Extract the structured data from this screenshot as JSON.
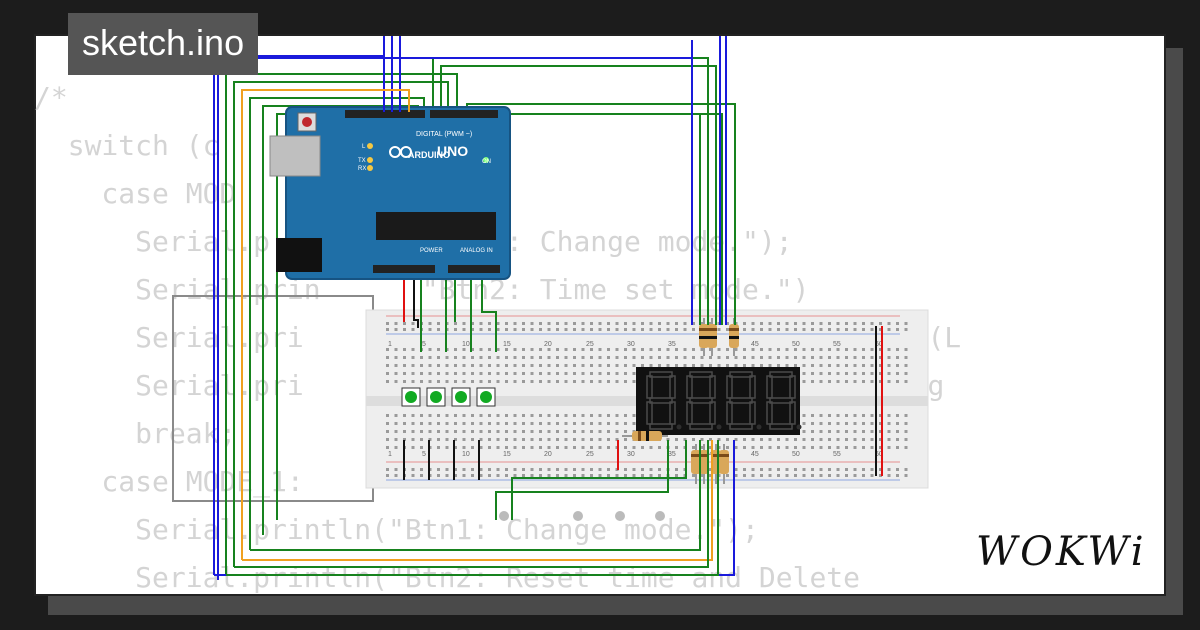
{
  "header": {
    "title": "sketch.ino"
  },
  "code_lines": [
    "/*",
    "  switch (c              {",
    "    case MOD",
    "      Serial.p        (\"Btn1: Change mode.\");",
    "      Serial.prin      \"Btn2: Time set mode.\")",
    "      Serial.pri                            it right (L",
    "      Serial.pri                           ber-- (Long",
    "      break;",
    "    case MODE_1:",
    "      Serial.println(\"Btn1: Change mode.\");",
    "      Serial.println(\"Btn2: Reset time and Delete"
  ],
  "brand": {
    "logo_text": "WOKWi"
  },
  "arduino": {
    "brand": "ARDUINO",
    "model": "UNO",
    "digital_label": "DIGITAL (PWM ~)",
    "power_label": "POWER",
    "analog_label": "ANALOG IN",
    "on_label": "ON",
    "tx_label": "TX",
    "rx_label": "RX",
    "l_label": "L"
  },
  "breadboard": {
    "column_labels_top": [
      "1",
      "5",
      "10",
      "15",
      "20",
      "25",
      "30",
      "35",
      "40",
      "45",
      "50",
      "55",
      "60"
    ],
    "column_labels_bottom": [
      "1",
      "5",
      "10",
      "15",
      "20",
      "25",
      "30",
      "35",
      "40",
      "45",
      "50",
      "55",
      "60"
    ]
  },
  "display": {
    "digits": "8.8.8.8."
  },
  "colors": {
    "board_blue": "#1f6fa7",
    "wire_blue": "#1a1adb",
    "wire_green": "#17821e",
    "wire_orange": "#f0a020",
    "wire_red": "#e01010",
    "wire_black": "#111111",
    "button_green": "#11aa22",
    "segment_off": "#2e2e2e"
  }
}
